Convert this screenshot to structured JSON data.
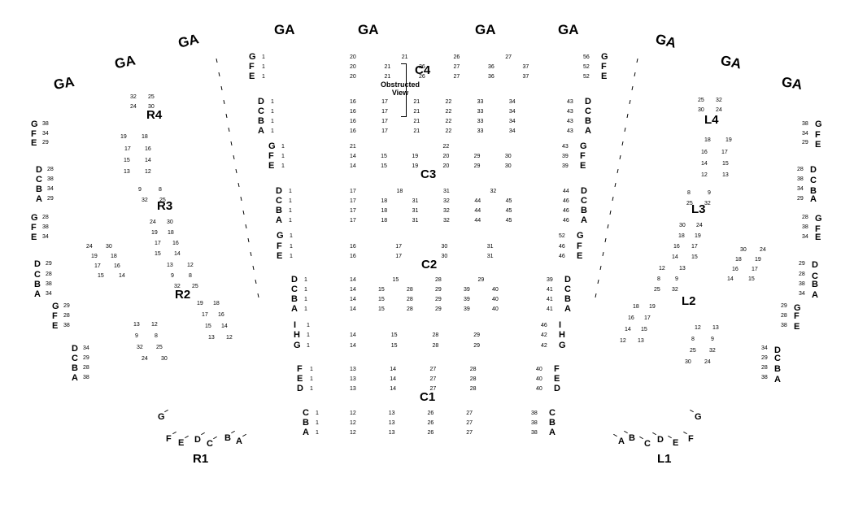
{
  "colors": {
    "background": "#ffffff",
    "ink": "#000000"
  },
  "general_admission": {
    "label": "GA"
  },
  "sections": [
    {
      "id": "C1",
      "label": "C1"
    },
    {
      "id": "C2",
      "label": "C2"
    },
    {
      "id": "C3",
      "label": "C3"
    },
    {
      "id": "C4",
      "label": "C4"
    },
    {
      "id": "R1",
      "label": "R1"
    },
    {
      "id": "R2",
      "label": "R2"
    },
    {
      "id": "R3",
      "label": "R3"
    },
    {
      "id": "R4",
      "label": "R4"
    },
    {
      "id": "L1",
      "label": "L1"
    },
    {
      "id": "L2",
      "label": "L2"
    },
    {
      "id": "L3",
      "label": "L3"
    },
    {
      "id": "L4",
      "label": "L4"
    }
  ],
  "annotations": {
    "obstructed_view": "Obstructed View"
  },
  "center_block": {
    "rows": [
      {
        "row": "G",
        "seats": [
          "1",
          "20",
          "21",
          "26",
          "27",
          "56"
        ]
      },
      {
        "row": "F",
        "seats": [
          "1",
          "20",
          "21",
          "26",
          "27",
          "36",
          "37",
          "52"
        ]
      },
      {
        "row": "E",
        "seats": [
          "1",
          "20",
          "21",
          "26",
          "27",
          "36",
          "37",
          "52"
        ]
      },
      {
        "row": "D",
        "seats": [
          "1",
          "16",
          "17",
          "21",
          "22",
          "33",
          "34",
          "43"
        ]
      },
      {
        "row": "C",
        "seats": [
          "1",
          "16",
          "17",
          "21",
          "22",
          "33",
          "34",
          "43"
        ]
      },
      {
        "row": "B",
        "seats": [
          "1",
          "16",
          "17",
          "21",
          "22",
          "33",
          "34",
          "43"
        ]
      },
      {
        "row": "A",
        "seats": [
          "1",
          "16",
          "17",
          "21",
          "22",
          "33",
          "34",
          "43"
        ]
      },
      {
        "row": "G",
        "seats": [
          "1",
          "21",
          "22",
          "43"
        ]
      },
      {
        "row": "F",
        "seats": [
          "1",
          "14",
          "15",
          "19",
          "20",
          "29",
          "30",
          "39"
        ]
      },
      {
        "row": "E",
        "seats": [
          "1",
          "14",
          "15",
          "19",
          "20",
          "29",
          "30",
          "39"
        ]
      },
      {
        "row": "D",
        "seats": [
          "1",
          "17",
          "18",
          "31",
          "32",
          "44"
        ]
      },
      {
        "row": "C",
        "seats": [
          "1",
          "17",
          "18",
          "31",
          "32",
          "44",
          "45",
          "46"
        ]
      },
      {
        "row": "B",
        "seats": [
          "1",
          "17",
          "18",
          "31",
          "32",
          "44",
          "45",
          "46"
        ]
      },
      {
        "row": "A",
        "seats": [
          "1",
          "17",
          "18",
          "31",
          "32",
          "44",
          "45",
          "46"
        ]
      },
      {
        "row": "G",
        "seats": [
          "1",
          "52"
        ]
      },
      {
        "row": "F",
        "seats": [
          "1",
          "16",
          "17",
          "30",
          "31",
          "46"
        ]
      },
      {
        "row": "E",
        "seats": [
          "1",
          "16",
          "17",
          "30",
          "31",
          "46"
        ]
      },
      {
        "row": "D",
        "seats": [
          "1",
          "14",
          "15",
          "28",
          "29",
          "39"
        ]
      },
      {
        "row": "C",
        "seats": [
          "1",
          "14",
          "15",
          "28",
          "29",
          "39",
          "40",
          "41"
        ]
      },
      {
        "row": "B",
        "seats": [
          "1",
          "14",
          "15",
          "28",
          "29",
          "39",
          "40",
          "41"
        ]
      },
      {
        "row": "A",
        "seats": [
          "1",
          "14",
          "15",
          "28",
          "29",
          "39",
          "40",
          "41"
        ]
      },
      {
        "row": "I",
        "seats": [
          "1",
          "46"
        ]
      },
      {
        "row": "H",
        "seats": [
          "1",
          "14",
          "15",
          "28",
          "29",
          "42"
        ]
      },
      {
        "row": "G",
        "seats": [
          "1",
          "14",
          "15",
          "28",
          "29",
          "42"
        ]
      },
      {
        "row": "F",
        "seats": [
          "1",
          "13",
          "14",
          "27",
          "28",
          "40"
        ]
      },
      {
        "row": "E",
        "seats": [
          "1",
          "13",
          "14",
          "27",
          "28",
          "40"
        ]
      },
      {
        "row": "D",
        "seats": [
          "1",
          "13",
          "14",
          "27",
          "28",
          "40"
        ]
      },
      {
        "row": "C",
        "seats": [
          "1",
          "12",
          "13",
          "26",
          "27",
          "38"
        ]
      },
      {
        "row": "B",
        "seats": [
          "1",
          "12",
          "13",
          "26",
          "27",
          "38"
        ]
      },
      {
        "row": "A",
        "seats": [
          "1",
          "12",
          "13",
          "26",
          "27",
          "38"
        ]
      }
    ]
  },
  "side_seat_numbers": [
    "38",
    "34",
    "29",
    "28",
    "32",
    "25",
    "24",
    "30",
    "19",
    "18",
    "17",
    "16",
    "15",
    "14",
    "13",
    "12",
    "9",
    "8"
  ],
  "floor_rows": {
    "R1": [
      "G",
      "F",
      "E",
      "D",
      "C",
      "B",
      "A"
    ],
    "L1": [
      "A",
      "B",
      "C",
      "D",
      "E",
      "F",
      "G"
    ]
  }
}
